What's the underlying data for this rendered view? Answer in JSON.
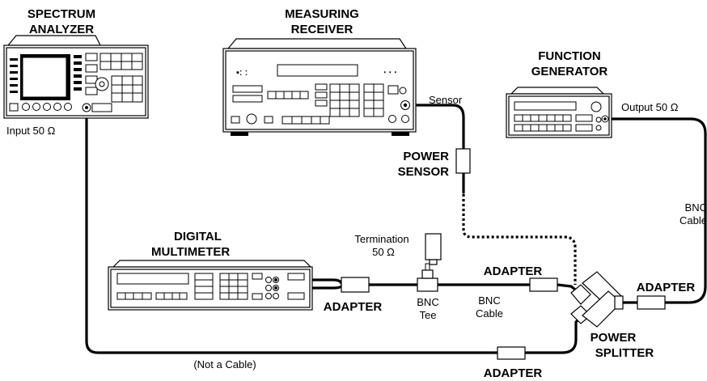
{
  "labels": {
    "spectrum_analyzer_1": "SPECTRUM",
    "spectrum_analyzer_2": "ANALYZER",
    "measuring_receiver_1": "MEASURING",
    "measuring_receiver_2": "RECEIVER",
    "function_generator_1": "FUNCTION",
    "function_generator_2": "GENERATOR",
    "digital_multimeter_1": "DIGITAL",
    "digital_multimeter_2": "MULTIMETER",
    "input": "Input 50 Ω",
    "sensor": "Sensor",
    "output": "Output 50 Ω",
    "power_sensor_1": "POWER",
    "power_sensor_2": "SENSOR",
    "bnc_cable_right_1": "BNC",
    "bnc_cable_right_2": "Cable",
    "termination_1": "Termination",
    "termination_2": "50 Ω",
    "adapter_tee_right": "ADAPTER",
    "adapter_dmm": "ADAPTER",
    "bnc_tee_1": "BNC",
    "bnc_tee_2": "Tee",
    "bnc_cable_mid_1": "BNC",
    "bnc_cable_mid_2": "Cable",
    "adapter_splitter_right": "ADAPTER",
    "power_splitter_1": "POWER",
    "power_splitter_2": "SPLITTER",
    "not_a_cable": "(Not a Cable)",
    "adapter_bottom": "ADAPTER"
  }
}
